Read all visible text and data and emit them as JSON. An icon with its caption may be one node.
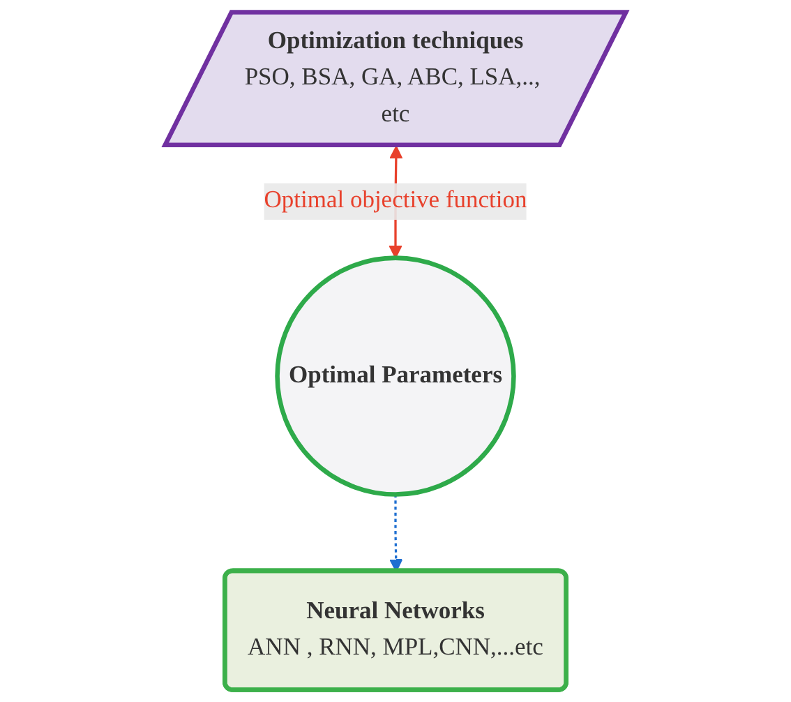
{
  "diagram": {
    "nodes": [
      {
        "text": [
          "Optimal Parameters"
        ]
      },
      {
        "text": [
          "Neural Networks",
          "ANN , RNN, MPL,CNN,...etc"
        ]
      },
      {
        "text": [
          "Optimization techniques",
          "PSO, BSA, GA, ABC, LSA,.., etc"
        ]
      }
    ],
    "edges": [
      {
        "from": 2,
        "to": 0,
        "arrow": "both",
        "label": "Optimal objective function",
        "color": "#e8412c"
      },
      {
        "from": 0,
        "to": 1,
        "arrow": "to",
        "style": "dashed",
        "color": "#1f6fd1"
      }
    ]
  }
}
